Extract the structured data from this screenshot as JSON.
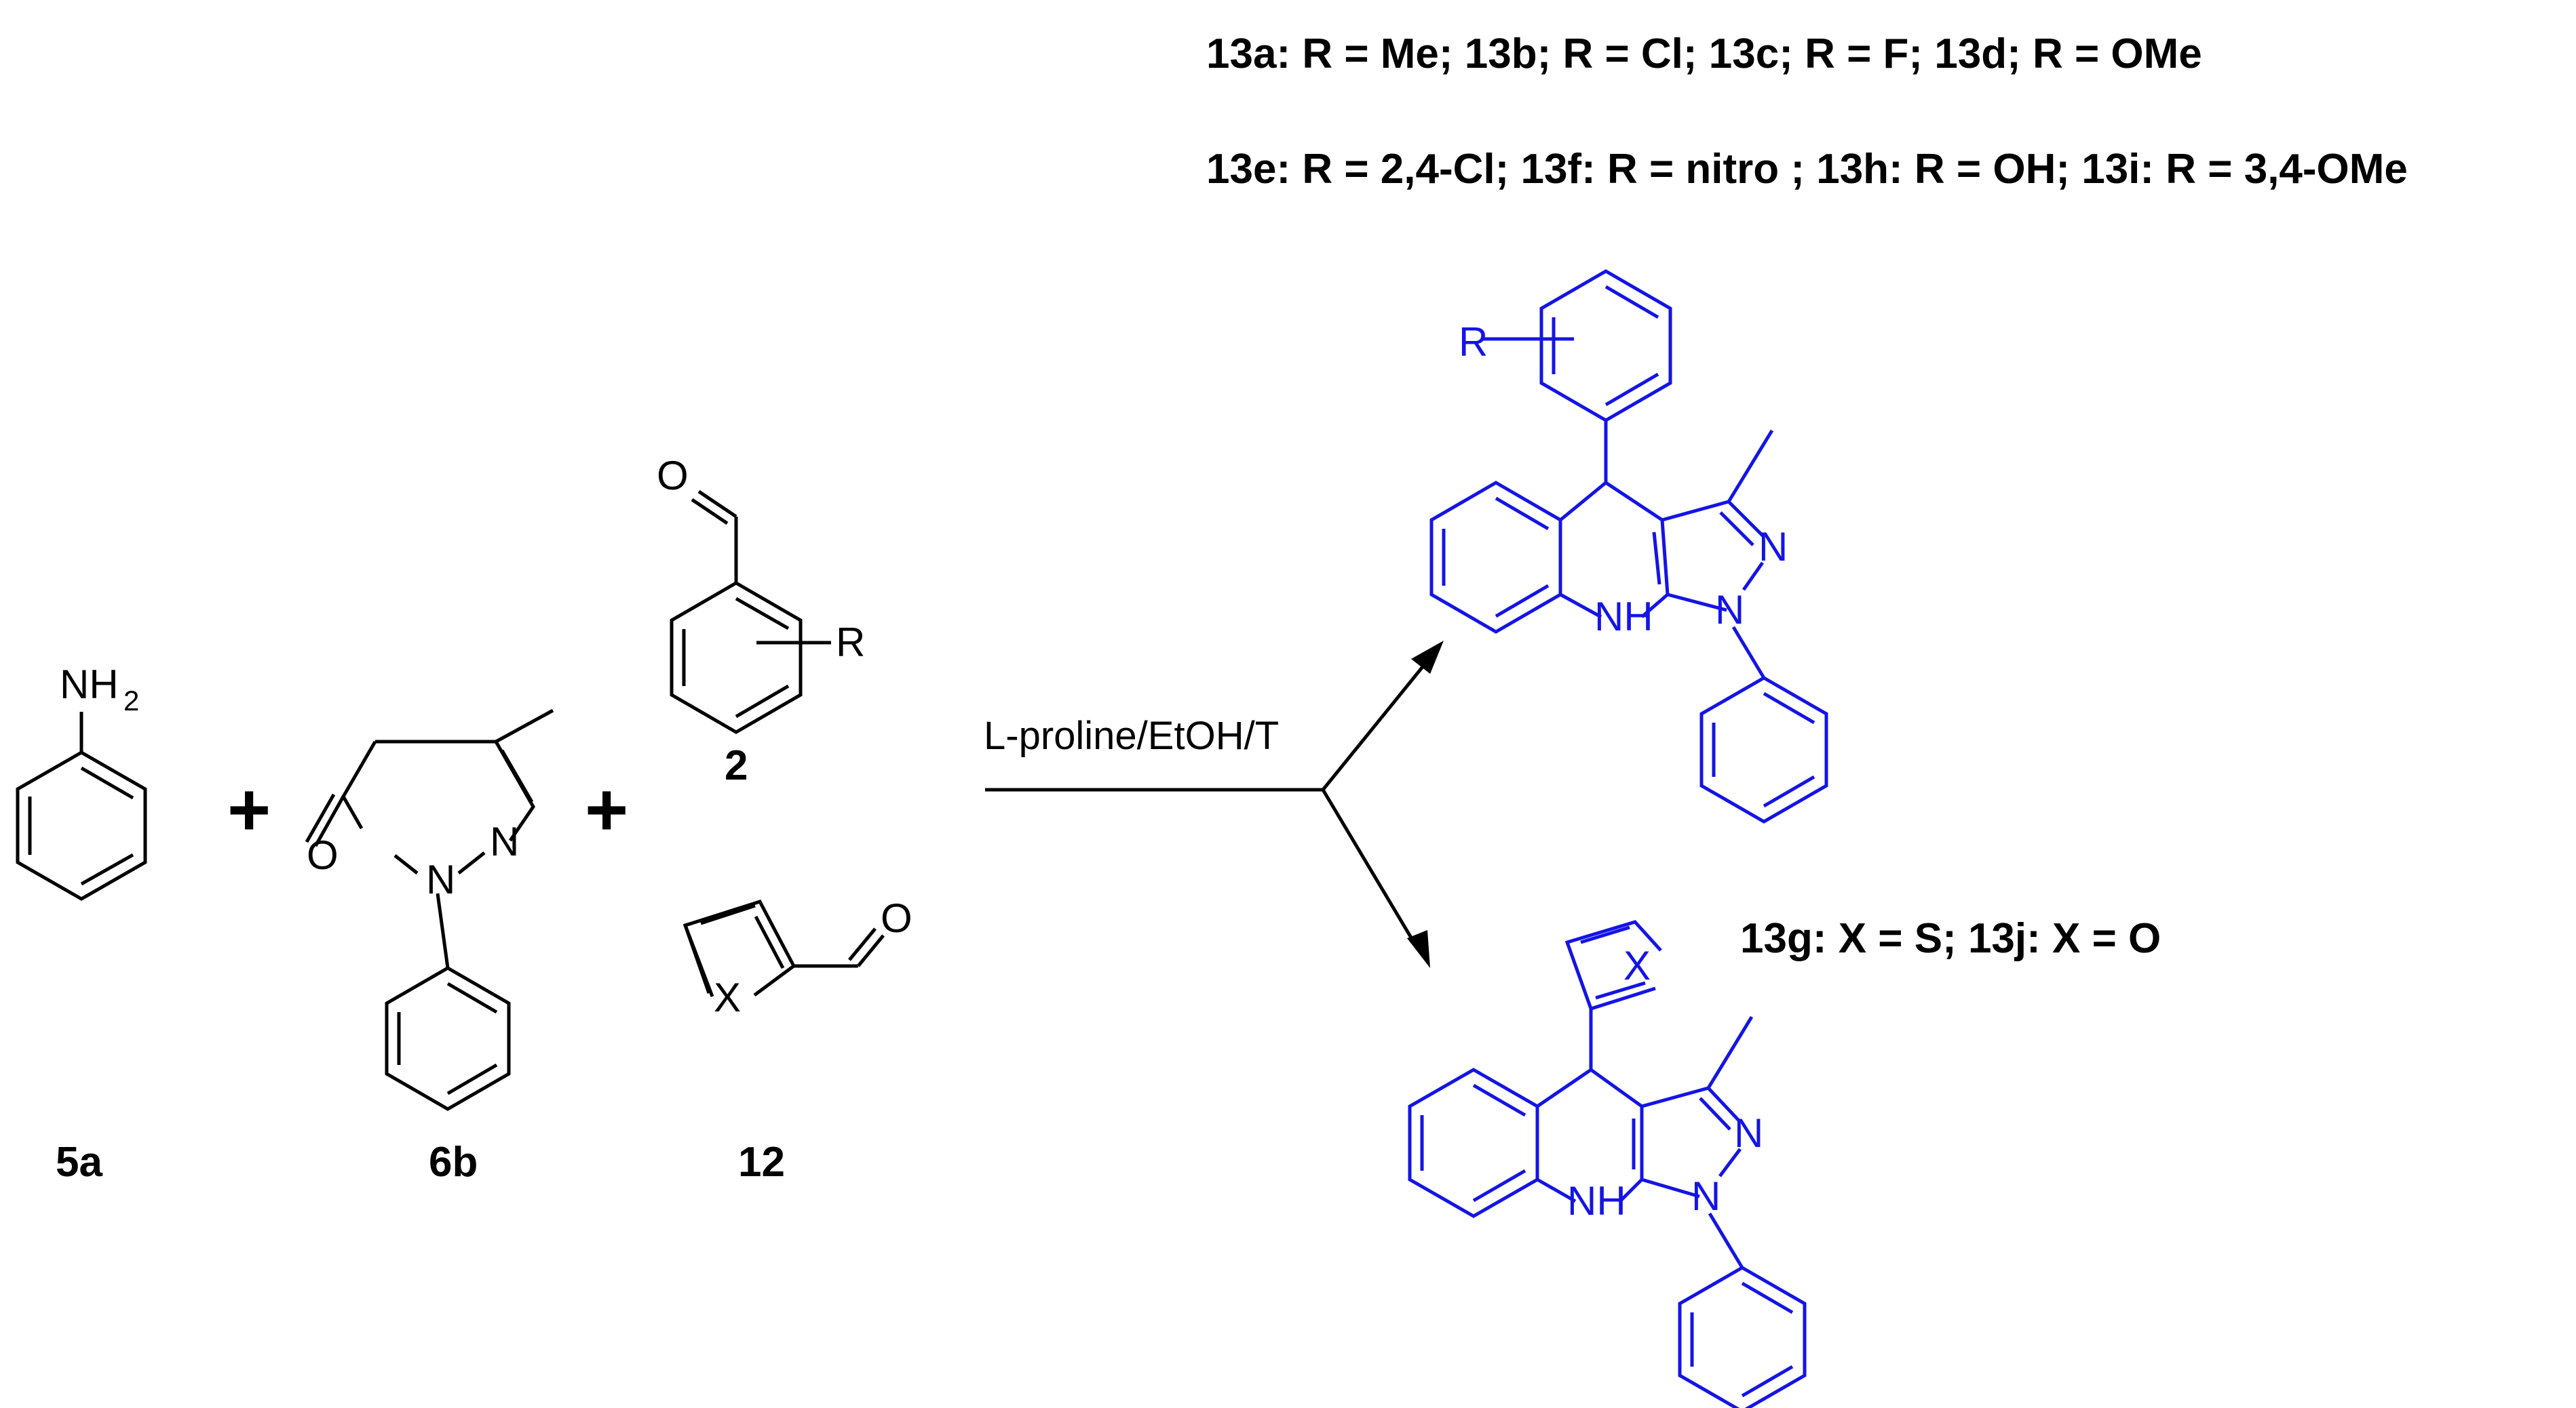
{
  "colors": {
    "reactant": "#000000",
    "product": "#1414e6"
  },
  "substituents": {
    "line1": "13a: R = Me; 13b; R = Cl; 13c; R = F; 13d; R = OMe",
    "line2": "13e: R = 2,4-Cl; 13f: R = nitro ; 13h: R = OH; 13i: R = 3,4-OMe",
    "line3": "13g: X = S; 13j: X = O"
  },
  "reaction": {
    "conditions": "L-proline/EtOH/T",
    "plus": "+"
  },
  "compounds": {
    "c5a": {
      "label": "5a",
      "amine": "NH",
      "sub2": "2"
    },
    "c6b": {
      "label": "6b",
      "oxygen": "O",
      "n1": "N",
      "n2": "N"
    },
    "c2": {
      "label": "2",
      "oxygen": "O",
      "r": "R"
    },
    "c12": {
      "label": "12",
      "oxygen": "O",
      "x": "X"
    }
  },
  "products": {
    "aryl": {
      "r": "R",
      "n": "N",
      "nn": "N",
      "nh": "NH"
    },
    "hetaryl": {
      "x": "X",
      "n": "N",
      "nn": "N",
      "nh": "NH"
    }
  }
}
